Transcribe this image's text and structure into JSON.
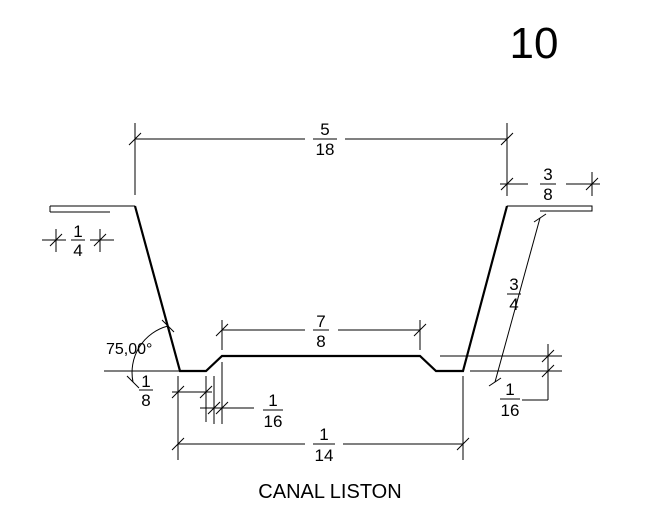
{
  "sheet_number": "10",
  "caption": "CANAL LISTON",
  "angle_label": "75,00°",
  "dimensions": {
    "top_width": {
      "num": "5",
      "den": "18"
    },
    "flange_right": {
      "num": "3",
      "den": "8"
    },
    "flange_left": {
      "num": "1",
      "den": "4"
    },
    "slope_right": {
      "num": "3",
      "den": "4"
    },
    "bottom_inner": {
      "num": "7",
      "den": "8"
    },
    "bottom_step_l": {
      "num": "1",
      "den": "8"
    },
    "step_height_l": {
      "num": "1",
      "den": "16"
    },
    "step_height_r": {
      "num": "1",
      "den": "16"
    },
    "bottom_width": {
      "num": "1",
      "den": "14"
    }
  }
}
